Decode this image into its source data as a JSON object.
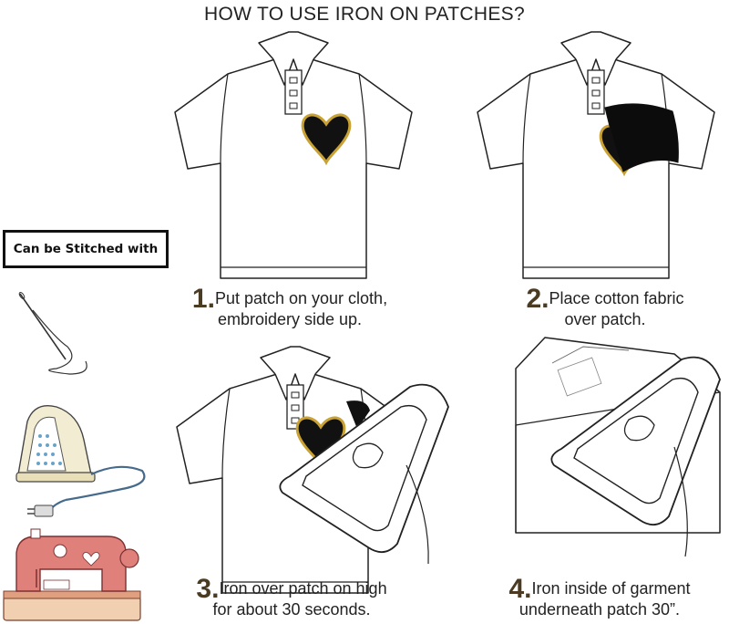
{
  "title": "HOW TO USE IRON ON PATCHES?",
  "side_panel": {
    "label": "Can be Stitched with",
    "tools": [
      "needle-and-thread-icon",
      "iron-icon",
      "sewing-machine-icon"
    ]
  },
  "steps": [
    {
      "number": "1.",
      "line1": "Put patch on your cloth,",
      "line2": "embroidery side up."
    },
    {
      "number": "2.",
      "line1": "Place cotton fabric",
      "line2": "over patch."
    },
    {
      "number": "3.",
      "line1": "Iron over patch on high",
      "line2": "for about 30 seconds."
    },
    {
      "number": "4.",
      "line1": "Iron inside of garment",
      "line2": "underneath patch 30”."
    }
  ],
  "colors": {
    "patch": "#111111",
    "patch_border": "#c9a233",
    "sewing_machine": "#e0807a",
    "iron_plate": "#6aa3c8",
    "text_number": "#4a3b22"
  }
}
